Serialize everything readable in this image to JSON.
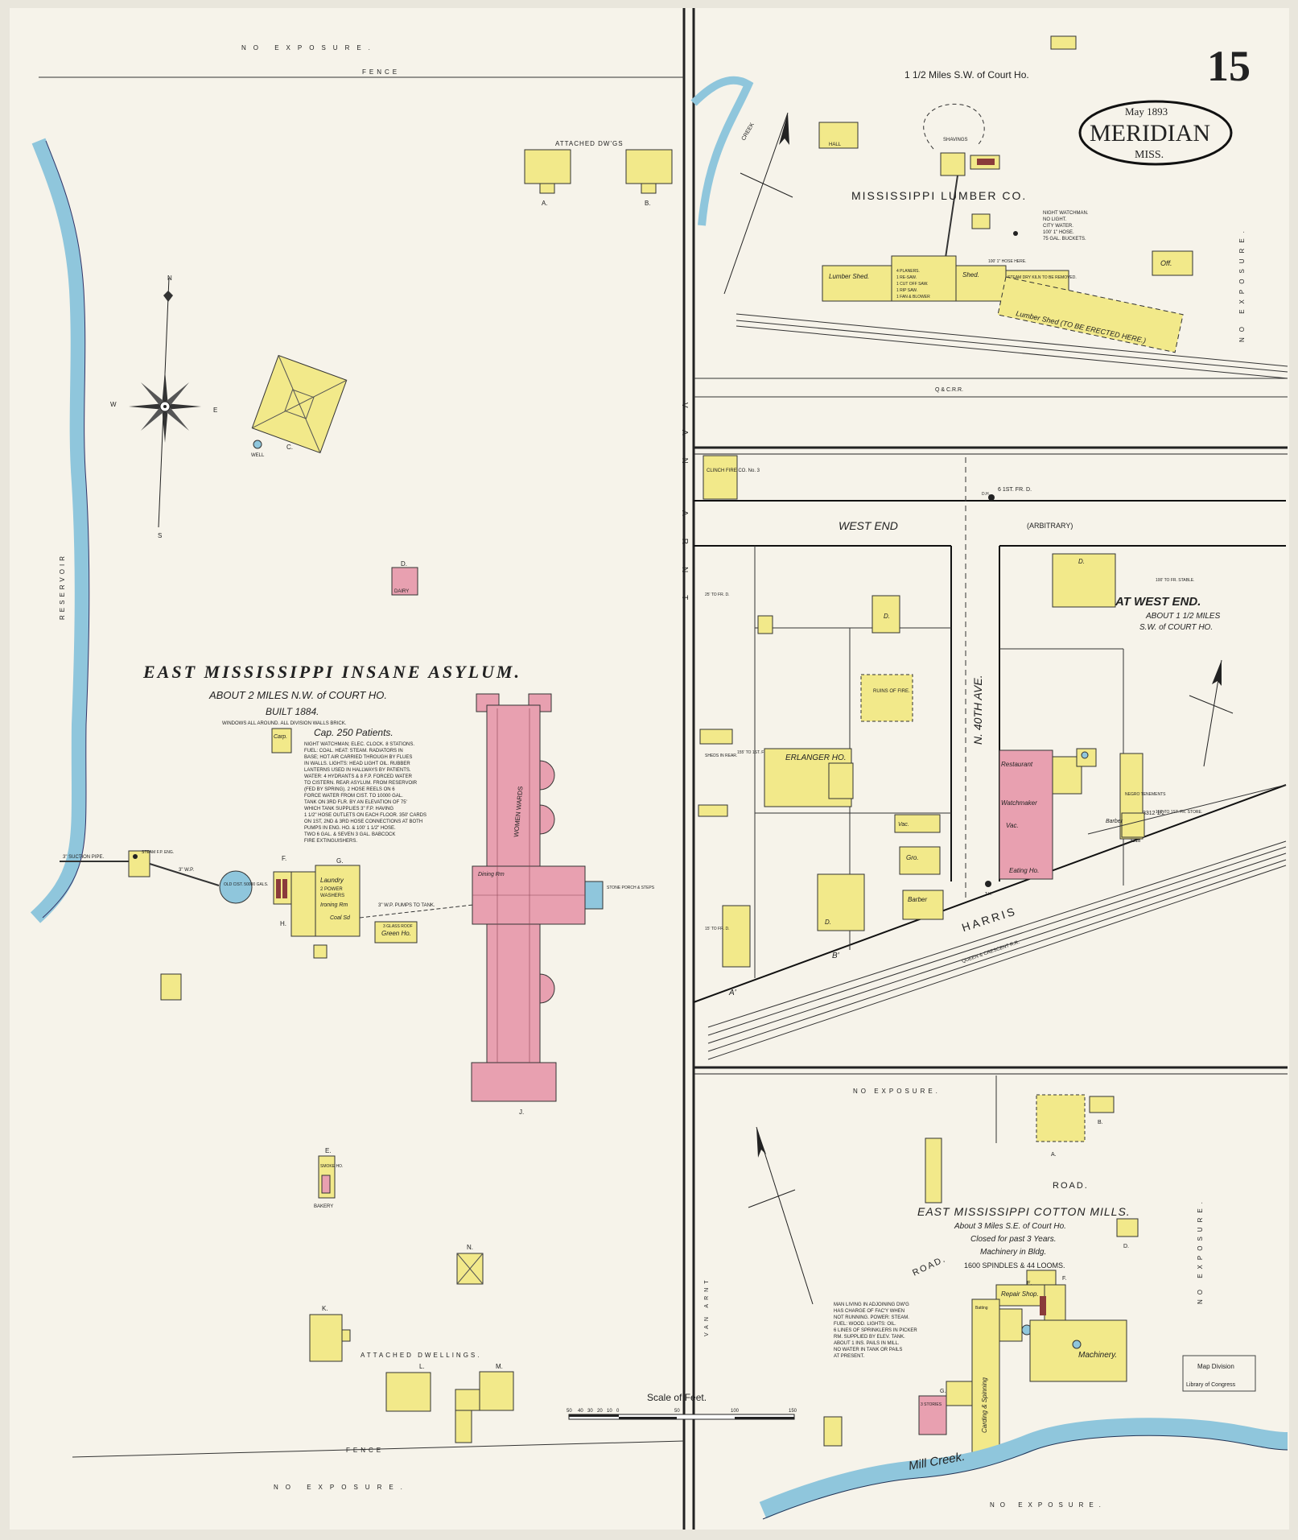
{
  "header": {
    "sheet_number": "15",
    "city": "MERIDIAN",
    "state": "MISS.",
    "date": "May 1893"
  },
  "left_panel": {
    "top_note": "NO EXPOSURE.",
    "fence_top": "FENCE",
    "fence_bottom": "FENCE",
    "bottom_note": "NO EXPOSURE.",
    "reservoir": "RESERVOIR",
    "compass": {
      "n": "N",
      "s": "S",
      "e": "E",
      "w": "W"
    },
    "title": "EAST MISSISSIPPI INSANE ASYLUM.",
    "subtitle": "ABOUT 2 MILES N.W. of COURT HO.",
    "built": "BUILT 1884.",
    "walls_note": "WINDOWS ALL AROUND. ALL DIVISION WALLS BRICK.",
    "capacity": "Cap. 250 Patients.",
    "notes": [
      "NIGHT WATCHMAN; ELEC. CLOCK. 8 STATIONS.",
      "FUEL: COAL. HEAT: STEAM. RADIATORS IN",
      "BASE; HOT AIR CARRIED THROUGH BY FLUES",
      "IN WALLS. LIGHTS: HEAD LIGHT OIL. RUBBER",
      "LANTERNS USED IN HALLWAYS BY PATIENTS.",
      "WATER: 4 HYDRANTS & 8 F.P. FORCED WATER",
      "TO CISTERN. REAR ASYLUM. FROM RESERVOIR",
      "(FED BY SPRING). 2 HOSE REELS ON 6",
      "FORCE WATER FROM CIST. TO 10000 GAL.",
      "TANK ON 3RD FLR. BY AN ELEVATION OF 75'",
      "WHICH TANK SUPPLIES 3\" F.P. HAVING",
      "1 1/2\" HOSE OUTLETS ON EACH FLOOR. 350' CARDS",
      "ON 1ST, 2ND & 3RD HOSE CONNECTIONS AT BOTH",
      "PUMPS IN ENG. HO. & 100' 1 1/2\" HOSE.",
      "TWO 6 GAL. & SEVEN 3 GAL. BABCOCK",
      "FIRE EXTINGUISHERS."
    ],
    "attached_dwgs": "ATTACHED DW'GS",
    "attached_dwellings": "ATTACHED DWELLINGS.",
    "suction_pipe": "3\" SUCTION PIPE.",
    "pump_label": "STEAM F.P. ENG.",
    "cistern_label": "OLD CIST. 50000 GALS.",
    "pipe_label": "3\" W.P.",
    "pump_pipe": "3\" W.P. PUMPS TO TANK.",
    "laundry": [
      "Laundry",
      "2 POWER",
      "WASHERS",
      "Ironing Rm"
    ],
    "coal": "Coal Sd",
    "green_ho": "Green Ho.",
    "green_note": "3 GLASS ROOF",
    "carp": "Carp.",
    "dairy": "DAIRY",
    "smoke": "SMOKE HO.",
    "bakery": "BAKERY",
    "stone_porch": "STONE PORCH & STEPS",
    "dining_rm": "Dining Rm",
    "women_wards": "WOMEN WARDS",
    "letters": [
      "A.",
      "B.",
      "C.",
      "D.",
      "E.",
      "F.",
      "G.",
      "H.",
      "J.",
      "K.",
      "L.",
      "M.",
      "N."
    ],
    "well": "WELL"
  },
  "scale": {
    "label": "Scale of Feet.",
    "ticks": [
      "50",
      "40",
      "30",
      "20",
      "10",
      "0",
      "50",
      "100",
      "150"
    ]
  },
  "divider_road": "VAN ARNT",
  "top_right": {
    "distance": "1 1/2 Miles S.W. of Court Ho.",
    "company": "MISSISSIPPI LUMBER CO.",
    "shavings": "SHAVINGS",
    "hall": "HALL",
    "office": "Off.",
    "creek": "CREEK",
    "shed_left": "Lumber Shed.",
    "machines": [
      "4 PLANERS.",
      "1 RE-SAW.",
      "1 CUT OFF SAW.",
      "1 RIP SAW.",
      "1 FAN & BLOWER"
    ],
    "shed": "Shed.",
    "shed_long": "Lumber Shed (TO BE ERECTED HERE.)",
    "kiln": "STEAM DRY KILN TO BE REMOVED.",
    "hose_note": "100' 1\" HOSE HERE.",
    "watch_notes": [
      "NIGHT WATCHMAN.",
      "NO LIGHT.",
      "CITY WATER.",
      "100' 1\" HOSE.",
      "75 GAL. BUCKETS."
    ],
    "railroad": "Q & C.R.R."
  },
  "middle_right": {
    "street_top": "WEST END",
    "arbitrary": "(ARBITRARY)",
    "fire_co": "CLINCH FIRE CO. No. 3",
    "fire_road": "6 1ST. FR. D.",
    "title": "AT WEST END.",
    "subtitle1": "ABOUT 1 1/2 MILES",
    "subtitle2": "S.W. of COURT HO.",
    "stable": "100' TO FR. STABLE.",
    "avenue": "N. 40TH AVE.",
    "erlanger": "ERLANGER HO.",
    "sheds": "SHEDS IN REAR.",
    "ruins": "RUINS OF FIRE.",
    "restaurant": "Restaurant",
    "watchmaker": "Watchmaker",
    "vacant": "Vac.",
    "eating": "Eating Ho.",
    "barber": "Barber",
    "gro": "Gro.",
    "harris": "HARRIS",
    "railroad": "QUEEN & CRESCENT R.R.",
    "tenements": "NEGRO TENEMENTS",
    "tenement_num": "3312 1/2",
    "barber2": "Barber",
    "number_3318": "3318",
    "store_note": "156' TO 1ST. FR. STORE.",
    "to_fr_d1": "25' TO FR. D.",
    "to_fr_d2": "155' TO 1ST. FR. D.",
    "to_fr_d3": "15' TO FR. D.",
    "dh": "D.H.",
    "th": "T.H.",
    "b_prime": "B'",
    "a_prime": "A'"
  },
  "bottom_right": {
    "no_exposure_top": "NO EXPOSURE.",
    "road_top": "ROAD.",
    "road_left": "ROAD.",
    "title": "EAST MISSISSIPPI COTTON MILLS.",
    "sub1": "About 3 Miles S.E. of Court Ho.",
    "sub2": "Closed for past 3 Years.",
    "sub3": "Machinery in Bldg.",
    "sub4": "1600 SPINDLES & 44 LOOMS.",
    "notes": [
      "MAN LIVING IN ADJOINING DW'G",
      "HAS CHARGE OF FAC'Y WHEN",
      "NOT RUNNING. POWER: STEAM.",
      "FUEL: WOOD. LIGHTS: OIL.",
      "6 LINES OF SPRINKLERS IN PICKER",
      "RM. SUPPLIED BY ELEV. TANK.",
      "ABOUT 1 INS. PAILS IN MILL.",
      "NO WATER IN TANK OR PAILS",
      "AT PRESENT."
    ],
    "repair": "Repair Shop.",
    "machinery": "Machinery.",
    "carding": "Carding & Spinning",
    "picker": "Batting",
    "stories": "3 STORIES",
    "mill_creek": "Mill Creek.",
    "no_exposure_bottom": "NO EXPOSURE.",
    "no_exposure_right": "NO EXPOSURE.",
    "left_road": "VAN ARNT",
    "stamp1": "Map Division",
    "stamp2": "Library of Congress"
  },
  "right_edge_note": "NO EXPOSURE."
}
